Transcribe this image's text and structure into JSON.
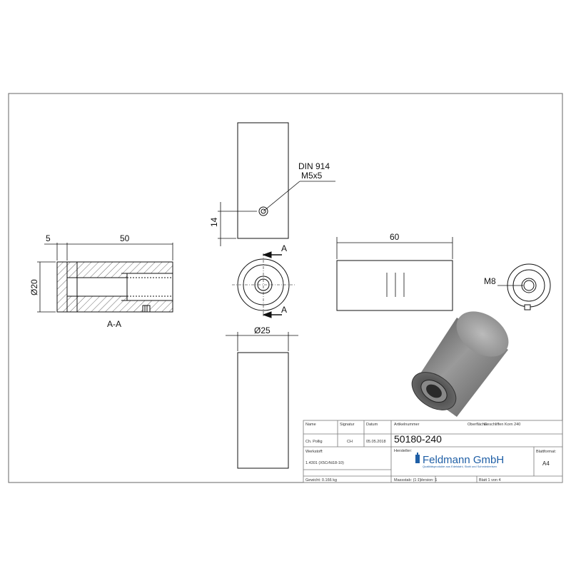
{
  "views": {
    "section_label": "A-A",
    "section_marker": "A",
    "dims": {
      "d5": "5",
      "d50": "50",
      "d20": "20",
      "d14": "14",
      "d25": "25",
      "d60": "60",
      "din_line1": "DIN 914",
      "din_line2": "M5x5",
      "m8": "M8"
    },
    "symbols": {
      "diameter": "Ø"
    }
  },
  "title_block": {
    "headers": {
      "name": "Name",
      "signature": "Signatur",
      "date": "Datum",
      "article_no_label": "Artikelnummer",
      "surface_label": "Oberfläche:"
    },
    "name_value": "Ch. Pollig",
    "signature_value": "CH",
    "date_value": "05.05.2018",
    "article_number": "50180-240",
    "surface_value": "Geschliffen Korn 240",
    "material_label": "Werkstoff:",
    "material_value": "1.4301 (X5CrNi18-10)",
    "manufacturer_label": "Hersteller:",
    "brand": "Feldmann GmbH",
    "brand_tagline": "Qualitätsprodukte aus Edelstahl, Stahl und Schmiedeeisen",
    "sheet_format_label": "Blattformat:",
    "sheet_format_value": "A4",
    "weight": "Gewicht: 0.166 kg",
    "scale": "Massstab: (1:1)",
    "version": "Version:    1",
    "sheet": "Blatt 1 von 4"
  },
  "colors": {
    "line": "#111111",
    "hatch": "#444444",
    "frame": "#555555",
    "brand": "#1f5fa6"
  }
}
